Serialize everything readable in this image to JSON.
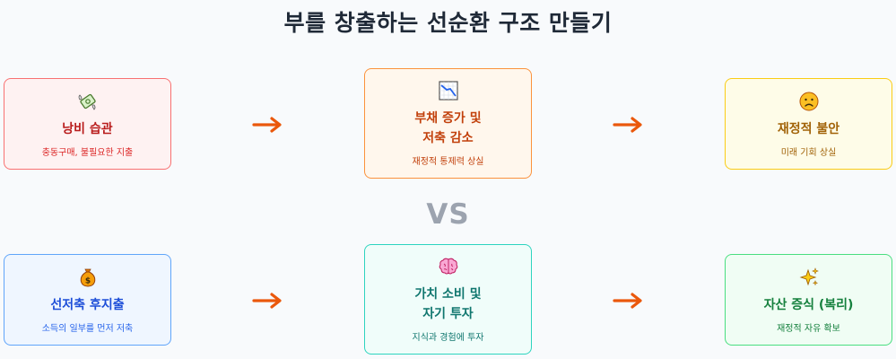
{
  "title": "부를 창출하는 선순환 구조 만들기",
  "vs": "VS",
  "top_row": [
    {
      "label": "낭비 습관",
      "sub": "충동구매, 불필요한 지출",
      "icon": "money-with-wings-icon"
    },
    {
      "label": "부채 증가 및\n저축 감소",
      "sub": "재정적 통제력 상실",
      "icon": "chart-decreasing-icon"
    },
    {
      "label": "재정적 불안",
      "sub": "미래 기회 상실",
      "icon": "worried-face-icon"
    }
  ],
  "bottom_row": [
    {
      "label": "선저축 후지출",
      "sub": "소득의 일부를 먼저 저축",
      "icon": "money-bag-icon"
    },
    {
      "label": "가치 소비 및\n자기 투자",
      "sub": "지식과 경험에 투자",
      "icon": "brain-icon"
    },
    {
      "label": "자산 증식 (복리)",
      "sub": "재정적 자유 확보",
      "icon": "sparkles-icon"
    }
  ],
  "colors": {
    "arrow": "#ea580c",
    "vicious_1": {
      "bg": "#fef2f2",
      "border": "#dc2626",
      "text": "#b91c1c"
    },
    "vicious_2": {
      "bg": "#fff7ed",
      "border": "#ea580c",
      "text": "#c2410c"
    },
    "vicious_3": {
      "bg": "#fefce8",
      "border": "#eab308",
      "text": "#a16207"
    },
    "virtuous_1": {
      "bg": "#eff6ff",
      "border": "#3b82f6",
      "text": "#1d4ed8"
    },
    "virtuous_2": {
      "bg": "#f0fdfa",
      "border": "#14b8a6",
      "text": "#0f766e"
    },
    "virtuous_3": {
      "bg": "#f0fdf4",
      "border": "#22c55e",
      "text": "#15803d"
    }
  }
}
